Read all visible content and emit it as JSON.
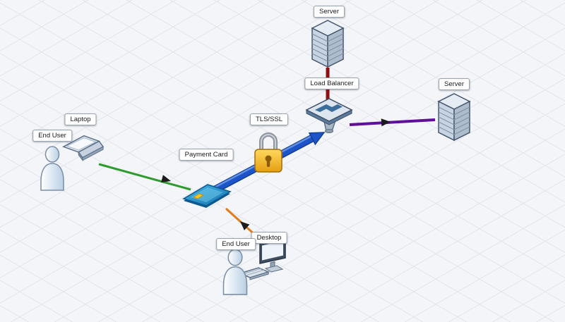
{
  "diagram": {
    "nodes": {
      "end_user_left": {
        "label": "End User",
        "icon": "person-icon"
      },
      "laptop": {
        "label": "Laptop",
        "icon": "laptop-icon"
      },
      "payment_card": {
        "label": "Payment Card",
        "icon": "credit-card-icon"
      },
      "tls_ssl": {
        "label": "TLS/SSL",
        "icon": "padlock-icon"
      },
      "load_balancer": {
        "label": "Load Balancer",
        "icon": "load-balancer-icon"
      },
      "server_top": {
        "label": "Server",
        "icon": "server-icon"
      },
      "server_right": {
        "label": "Server",
        "icon": "server-icon"
      },
      "desktop": {
        "label": "Desktop",
        "icon": "desktop-computer-icon"
      },
      "end_user_bottom": {
        "label": "End User",
        "icon": "person-icon"
      }
    },
    "edges": [
      {
        "from": "laptop",
        "to": "payment_card",
        "color": "#2f9b2f"
      },
      {
        "from": "desktop",
        "to": "payment_card",
        "color": "#e07c1a"
      },
      {
        "from": "payment_card",
        "to": "load_balancer",
        "via": "tls_ssl",
        "color": "#1d55c8"
      },
      {
        "from": "server_top",
        "to": "load_balancer",
        "color": "#8e1010"
      },
      {
        "from": "load_balancer",
        "to": "server_right",
        "color": "#5e0f9b"
      }
    ],
    "colors": {
      "arrowhead": "#1c1c1c",
      "background": "#f3f5f8",
      "grid_line": "#e2e6ec",
      "label_background": "#ffffff",
      "label_border": "#9aa4b0"
    }
  }
}
